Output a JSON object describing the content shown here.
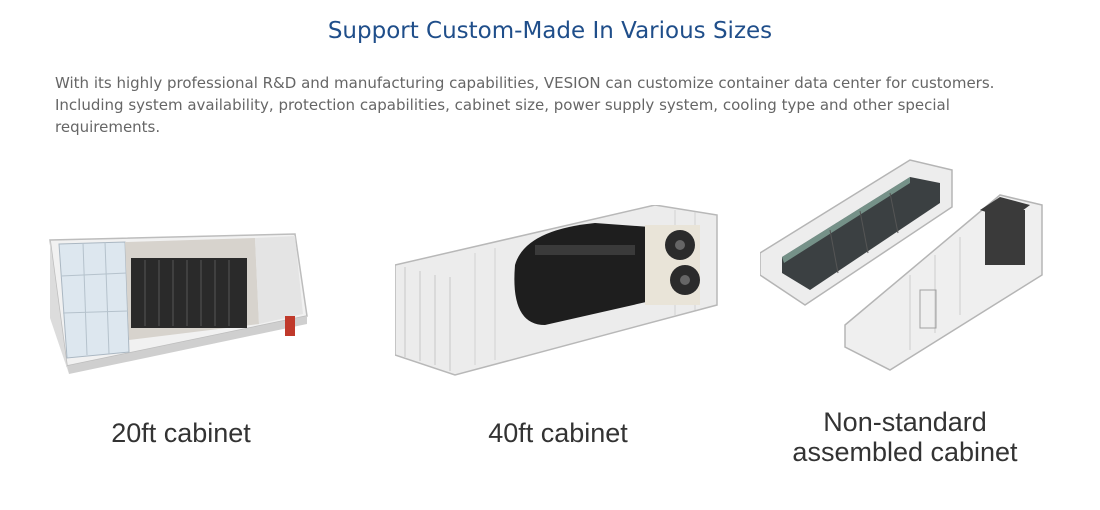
{
  "heading": "Support Custom-Made In Various Sizes",
  "description": "With its highly professional R&D and manufacturing capabilities, VESION can customize container data center for customers. Including system availability, protection capabilities, cabinet size, power supply system, cooling type and other special requirements.",
  "products": [
    {
      "caption_lines": [
        "20ft cabinet"
      ]
    },
    {
      "caption_lines": [
        "40ft cabinet"
      ]
    },
    {
      "caption_lines": [
        "Non-standard",
        "assembled cabinet"
      ]
    }
  ]
}
